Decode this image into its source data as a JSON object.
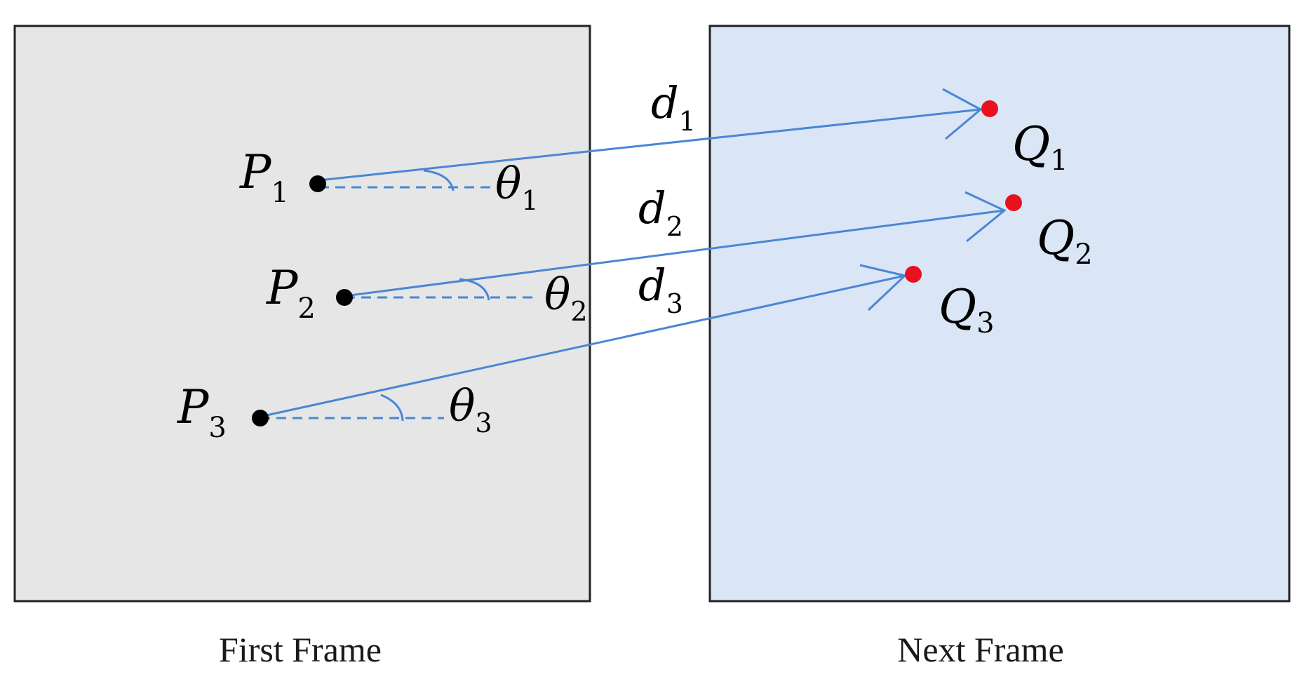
{
  "colors": {
    "first_frame_fill": "#e6e6e6",
    "next_frame_fill": "#dae6f5",
    "frame_border": "#222222",
    "arrow": "#4a86d4",
    "point_source": "#000000",
    "point_target": "#e8121f"
  },
  "frames": {
    "first": {
      "caption": "First Frame"
    },
    "next": {
      "caption": "Next Frame"
    }
  },
  "sources": [
    {
      "letter": "P",
      "sub": "1"
    },
    {
      "letter": "P",
      "sub": "2"
    },
    {
      "letter": "P",
      "sub": "3"
    }
  ],
  "targets": [
    {
      "letter": "Q",
      "sub": "1"
    },
    {
      "letter": "Q",
      "sub": "2"
    },
    {
      "letter": "Q",
      "sub": "3"
    }
  ],
  "displacements": [
    {
      "letter": "d",
      "sub": "1"
    },
    {
      "letter": "d",
      "sub": "2"
    },
    {
      "letter": "d",
      "sub": "3"
    }
  ],
  "angles": [
    {
      "letter": "θ",
      "sub": "1"
    },
    {
      "letter": "θ",
      "sub": "2"
    },
    {
      "letter": "θ",
      "sub": "3"
    }
  ]
}
